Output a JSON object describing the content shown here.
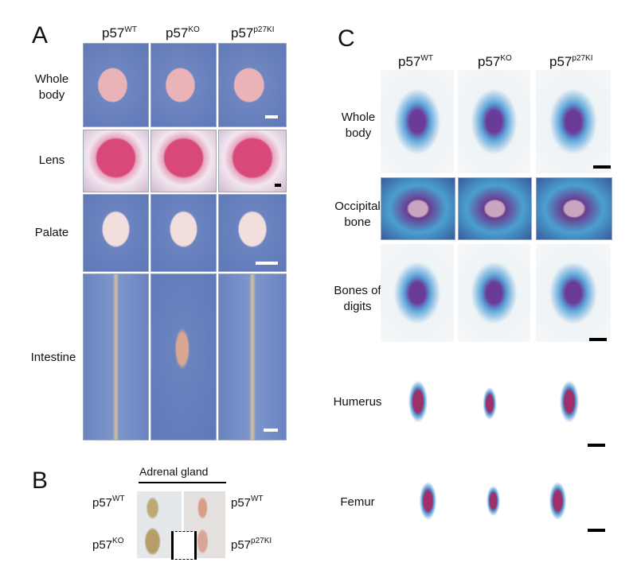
{
  "panels": {
    "a": "A",
    "b": "B",
    "c": "C"
  },
  "genotypes": {
    "wt": "p57",
    "wt_sup": "WT",
    "ko": "p57",
    "ko_sup": "KO",
    "ki": "p57",
    "ki_sup": "p27KI"
  },
  "panel_a": {
    "rows": [
      "Whole body",
      "Lens",
      "Palate",
      "Intestine"
    ]
  },
  "panel_b": {
    "title": "Adrenal gland",
    "left": [
      {
        "base": "p57",
        "sup": "WT"
      },
      {
        "base": "p57",
        "sup": "KO"
      }
    ],
    "right": [
      {
        "base": "p57",
        "sup": "WT"
      },
      {
        "base": "p57",
        "sup": "p27KI"
      }
    ]
  },
  "panel_c": {
    "rows": [
      "Whole body",
      "Occipital bone",
      "Bones of digits",
      "Humerus",
      "Femur"
    ]
  }
}
